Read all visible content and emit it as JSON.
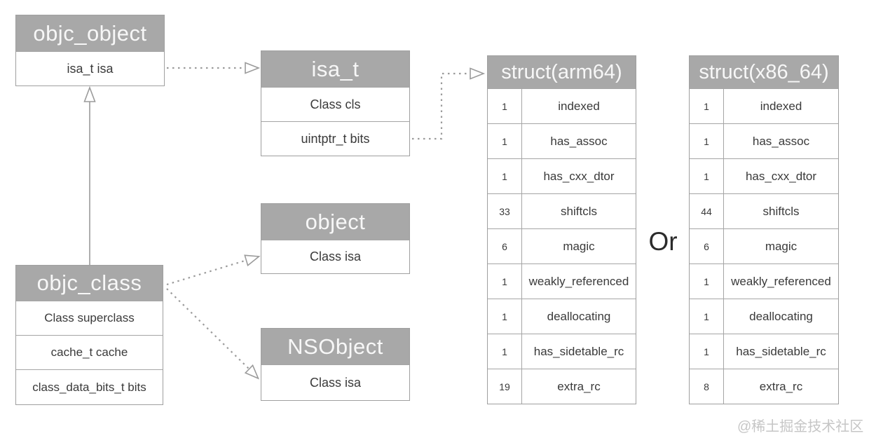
{
  "colors": {
    "header_bg": "#a8a8a8",
    "header_text": "#f7f7f7",
    "box_border": "#9f9f9f",
    "field_text": "#3a3a3a",
    "arrow": "#9b9b9b",
    "or_text": "#2b2b2b",
    "watermark_text": "#c6c6c6",
    "background": "#ffffff"
  },
  "boxes": {
    "objc_object": {
      "title": "objc_object",
      "fields": [
        "isa_t isa"
      ]
    },
    "isa_t": {
      "title": "isa_t",
      "fields": [
        "Class cls",
        "uintptr_t bits"
      ]
    },
    "object": {
      "title": "object",
      "fields": [
        "Class isa"
      ]
    },
    "nsobject": {
      "title": "NSObject",
      "fields": [
        "Class isa"
      ]
    },
    "objc_class": {
      "title": "objc_class",
      "fields": [
        "Class superclass",
        "cache_t cache",
        "class_data_bits_t bits"
      ]
    }
  },
  "tables": {
    "arm64": {
      "title": "struct(arm64)",
      "rows": [
        {
          "bits": "1",
          "name": "indexed"
        },
        {
          "bits": "1",
          "name": "has_assoc"
        },
        {
          "bits": "1",
          "name": "has_cxx_dtor"
        },
        {
          "bits": "33",
          "name": "shiftcls"
        },
        {
          "bits": "6",
          "name": "magic"
        },
        {
          "bits": "1",
          "name": "weakly_referenced"
        },
        {
          "bits": "1",
          "name": "deallocating"
        },
        {
          "bits": "1",
          "name": "has_sidetable_rc"
        },
        {
          "bits": "19",
          "name": "extra_rc"
        }
      ]
    },
    "x86_64": {
      "title": "struct(x86_64)",
      "rows": [
        {
          "bits": "1",
          "name": "indexed"
        },
        {
          "bits": "1",
          "name": "has_assoc"
        },
        {
          "bits": "1",
          "name": "has_cxx_dtor"
        },
        {
          "bits": "44",
          "name": "shiftcls"
        },
        {
          "bits": "6",
          "name": "magic"
        },
        {
          "bits": "1",
          "name": "weakly_referenced"
        },
        {
          "bits": "1",
          "name": "deallocating"
        },
        {
          "bits": "1",
          "name": "has_sidetable_rc"
        },
        {
          "bits": "8",
          "name": "extra_rc"
        }
      ]
    }
  },
  "or_label": "Or",
  "watermark": "@稀土掘金技术社区"
}
